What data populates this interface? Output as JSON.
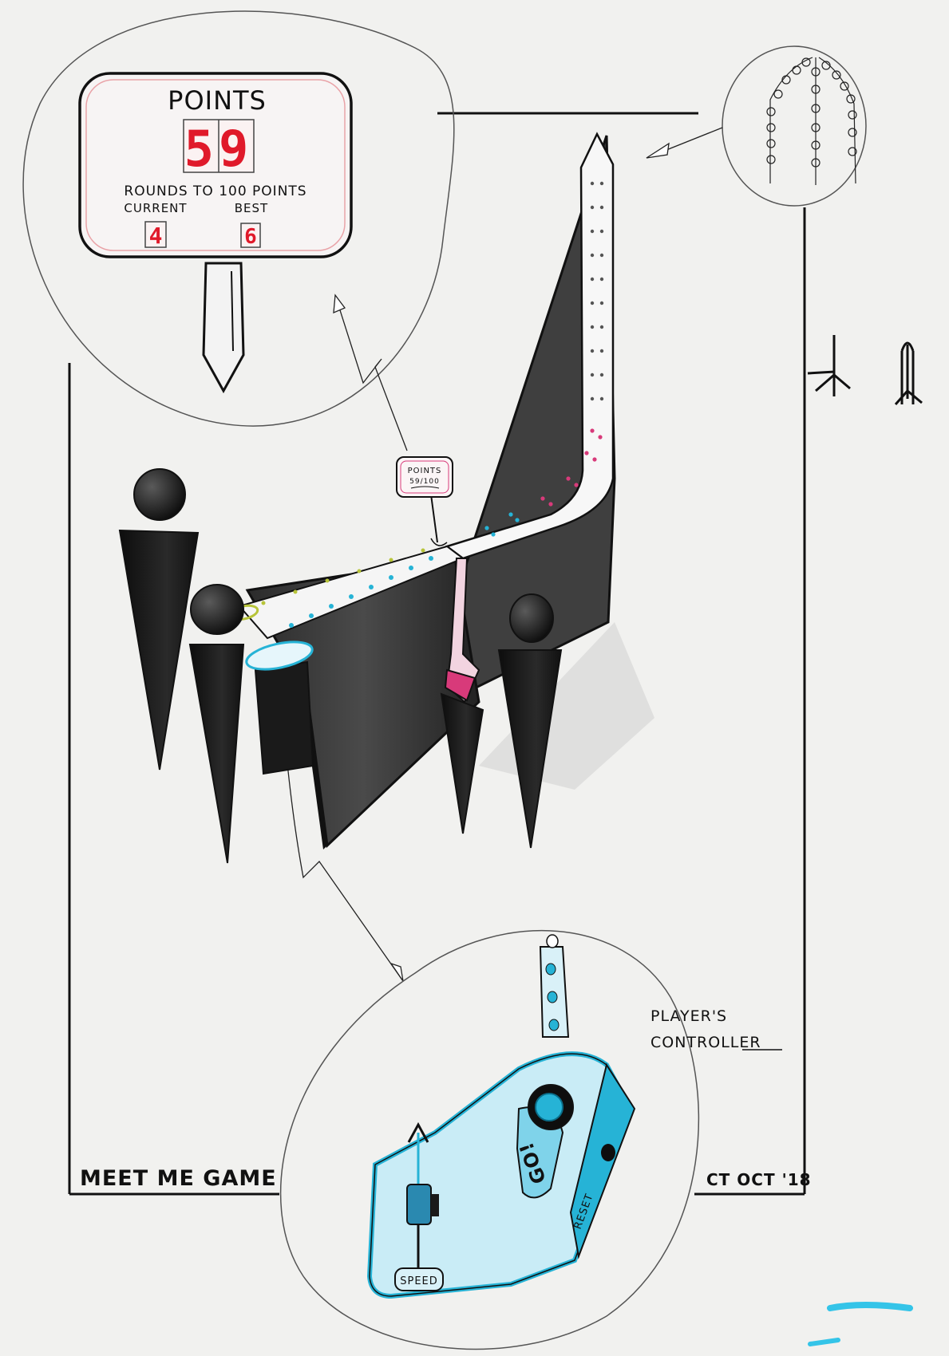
{
  "scoreboard": {
    "title": "POINTS",
    "points": "59",
    "rounds_label": "ROUNDS TO 100 POINTS",
    "current_label": "CURRENT",
    "best_label": "BEST",
    "current_value": "4",
    "best_value": "6"
  },
  "small_sign": {
    "line1": "POINTS",
    "line2": "59/100"
  },
  "controller": {
    "caption_line1": "PLAYER'S",
    "caption_line2": "CONTROLLER",
    "speed_label": "SPEED",
    "go_label": "GO!",
    "reset_label": "RESET"
  },
  "footer": {
    "title": "MEET ME GAME",
    "signature": "CT OCT '18"
  },
  "colors": {
    "digit_red": "#e0192a",
    "controller_cyan": "#34c4e8",
    "cabinet_dark": "#3a3a3a",
    "bead_pink": "#d83a7a",
    "bead_cyan": "#26b3d6"
  }
}
